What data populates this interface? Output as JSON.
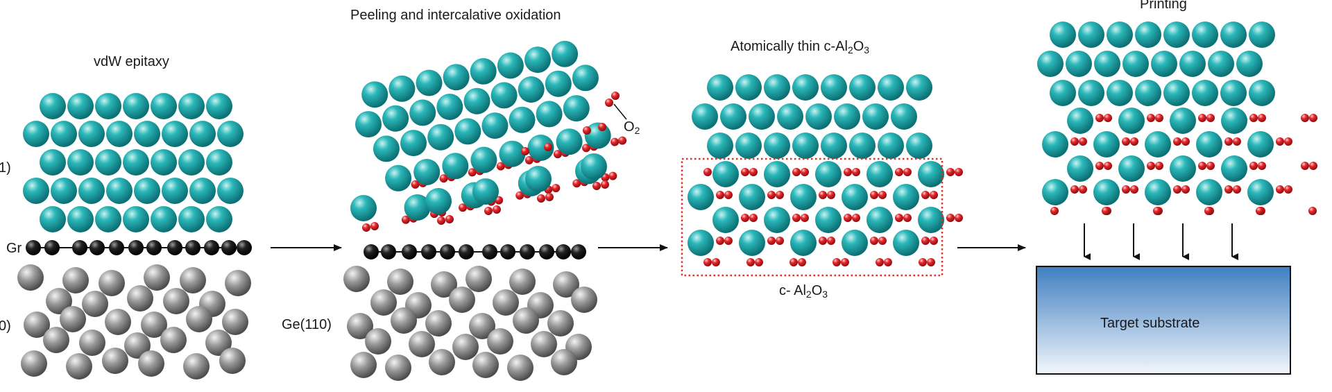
{
  "stages": [
    {
      "title": "vdW epitaxy"
    },
    {
      "title": "Peeling and intercalative oxidation"
    },
    {
      "title_prefix": "Atomically thin c-Al",
      "title_sub1": "2",
      "title_mid": "O",
      "title_sub2": "3"
    },
    {
      "title": "Printing"
    }
  ],
  "labels": {
    "left_cut_top": "1)",
    "left_cut_bottom": "0)",
    "graphene": "Gr",
    "germanium": "Ge(110)",
    "oxygen_prefix": "O",
    "oxygen_sub": "2",
    "oxide_prefix": "c- Al",
    "oxide_sub1": "2",
    "oxide_mid": "O",
    "oxide_sub2": "3",
    "target": "Target substrate"
  },
  "colors": {
    "aluminum_atom": "#1aa3a6",
    "oxygen_atom": "#e0262b",
    "carbon_atom": "#111111",
    "germanium_atom": "#8f8f8f",
    "oxide_box_border": "#d9342b",
    "substrate_top": "#3f7fc1",
    "substrate_bottom": "#f2f6fb"
  }
}
